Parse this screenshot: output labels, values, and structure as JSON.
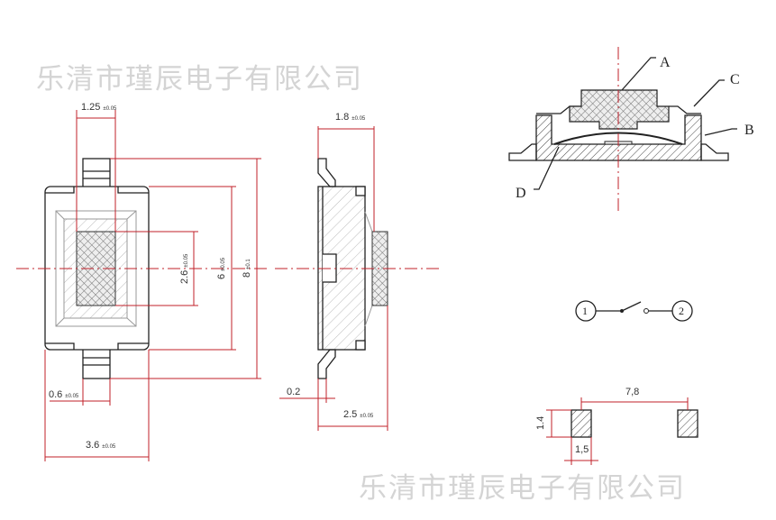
{
  "watermark": {
    "text": "乐清市瑾辰电子有限公司"
  },
  "front_view": {
    "dim_button_width": {
      "value": "1.25",
      "tol": "±0.05"
    },
    "dim_button_height": {
      "value": "2.6",
      "tol": "±0.05"
    },
    "dim_body_length": {
      "value": "6",
      "tol": "±0.05"
    },
    "dim_total_length": {
      "value": "8",
      "tol": "±0.1"
    },
    "dim_terminal_width": {
      "value": "0.6",
      "tol": "±0.05"
    },
    "dim_body_width": {
      "value": "3.6",
      "tol": "±0.05"
    }
  },
  "side_view": {
    "dim_height": {
      "value": "1.8",
      "tol": "±0.05"
    },
    "dim_terminal_thickness": {
      "value": "0.2"
    },
    "dim_total_height": {
      "value": "2.5",
      "tol": "±0.05"
    }
  },
  "section_view": {
    "labels": [
      "A",
      "B",
      "C",
      "D"
    ]
  },
  "schematic": {
    "pins": [
      "1",
      "2"
    ]
  },
  "pad_layout": {
    "dim_pitch": "7,8",
    "dim_pad_height": "1.4",
    "dim_pad_width": "1,5"
  },
  "colors": {
    "dimension": "#c0202a",
    "outline": "#222222",
    "watermark": "#d4d4d4"
  }
}
